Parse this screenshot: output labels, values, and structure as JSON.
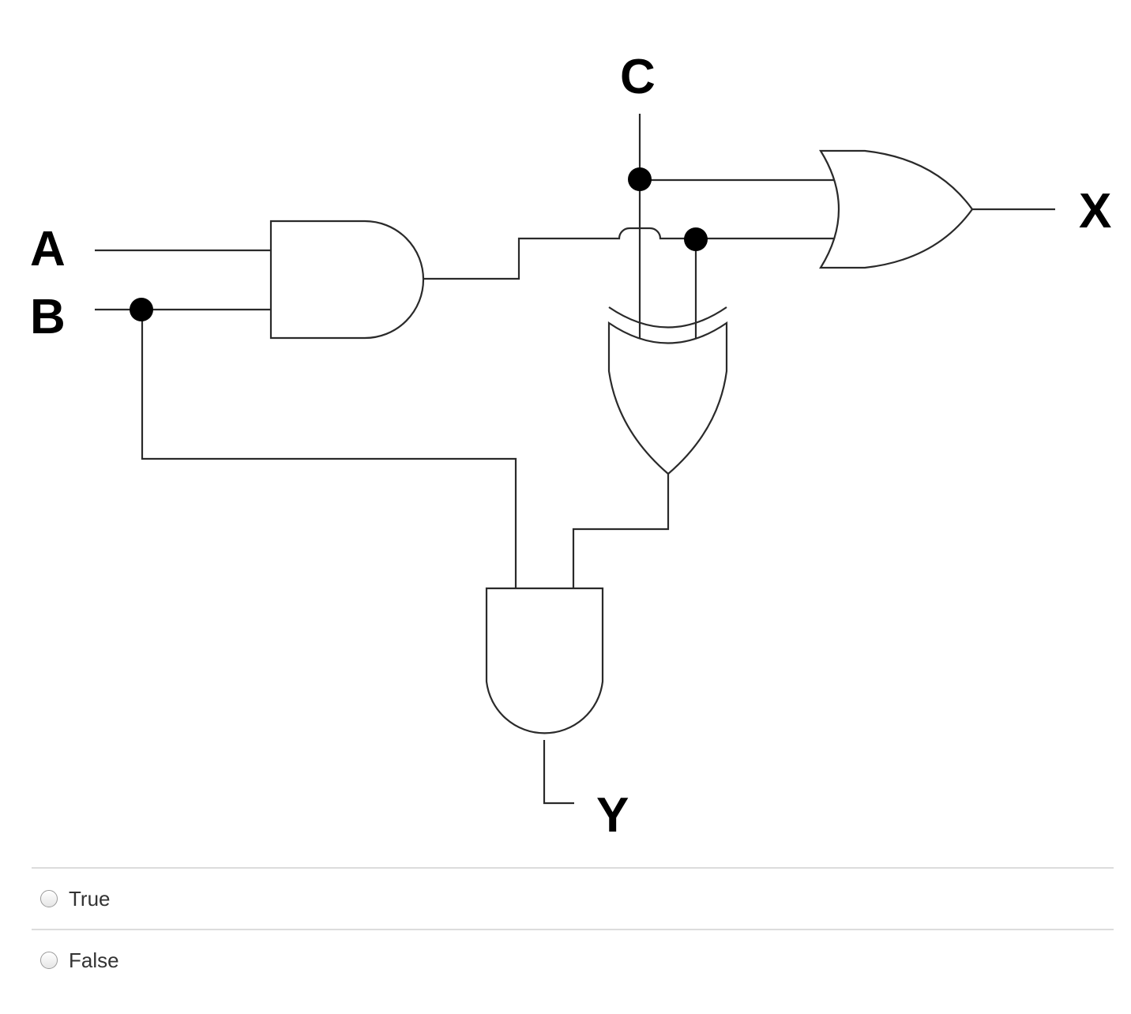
{
  "diagram": {
    "type": "logic-circuit",
    "inputs": [
      "A",
      "B",
      "C"
    ],
    "outputs": [
      "X",
      "Y"
    ],
    "labels": {
      "A": "A",
      "B": "B",
      "C": "C",
      "X": "X",
      "Y": "Y"
    },
    "gates": [
      {
        "id": "and1",
        "type": "AND",
        "inputs": [
          "A",
          "B"
        ],
        "output": "and1_out"
      },
      {
        "id": "or1",
        "type": "OR",
        "inputs": [
          "C",
          "and1_out"
        ],
        "output": "X"
      },
      {
        "id": "xor1",
        "type": "XOR",
        "inputs": [
          "C",
          "and1_out"
        ],
        "output": "xor1_out"
      },
      {
        "id": "and2",
        "type": "AND",
        "inputs": [
          "B",
          "xor1_out"
        ],
        "output": "Y"
      }
    ]
  },
  "options": [
    {
      "label": "True",
      "selected": false
    },
    {
      "label": "False",
      "selected": false
    }
  ]
}
